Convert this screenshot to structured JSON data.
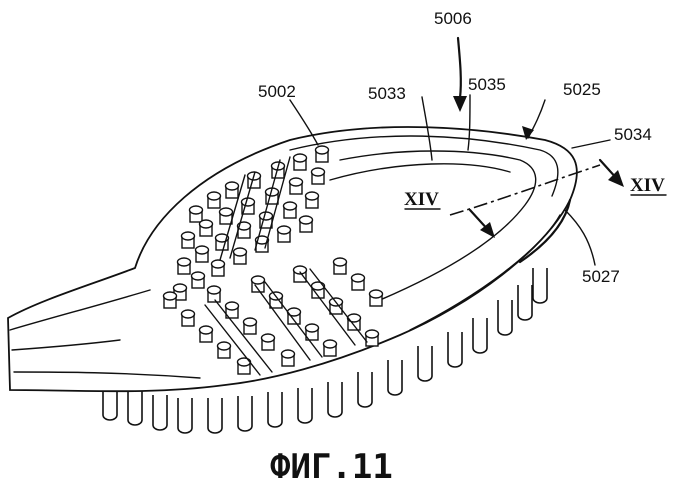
{
  "figure": {
    "caption": "ФИГ.11",
    "labels": {
      "l5006": "5006",
      "l5002": "5002",
      "l5033": "5033",
      "l5035": "5035",
      "l5025": "5025",
      "l5034": "5034",
      "l5027": "5027"
    },
    "section_marks": {
      "left": "XIV",
      "right": "XIV"
    }
  }
}
